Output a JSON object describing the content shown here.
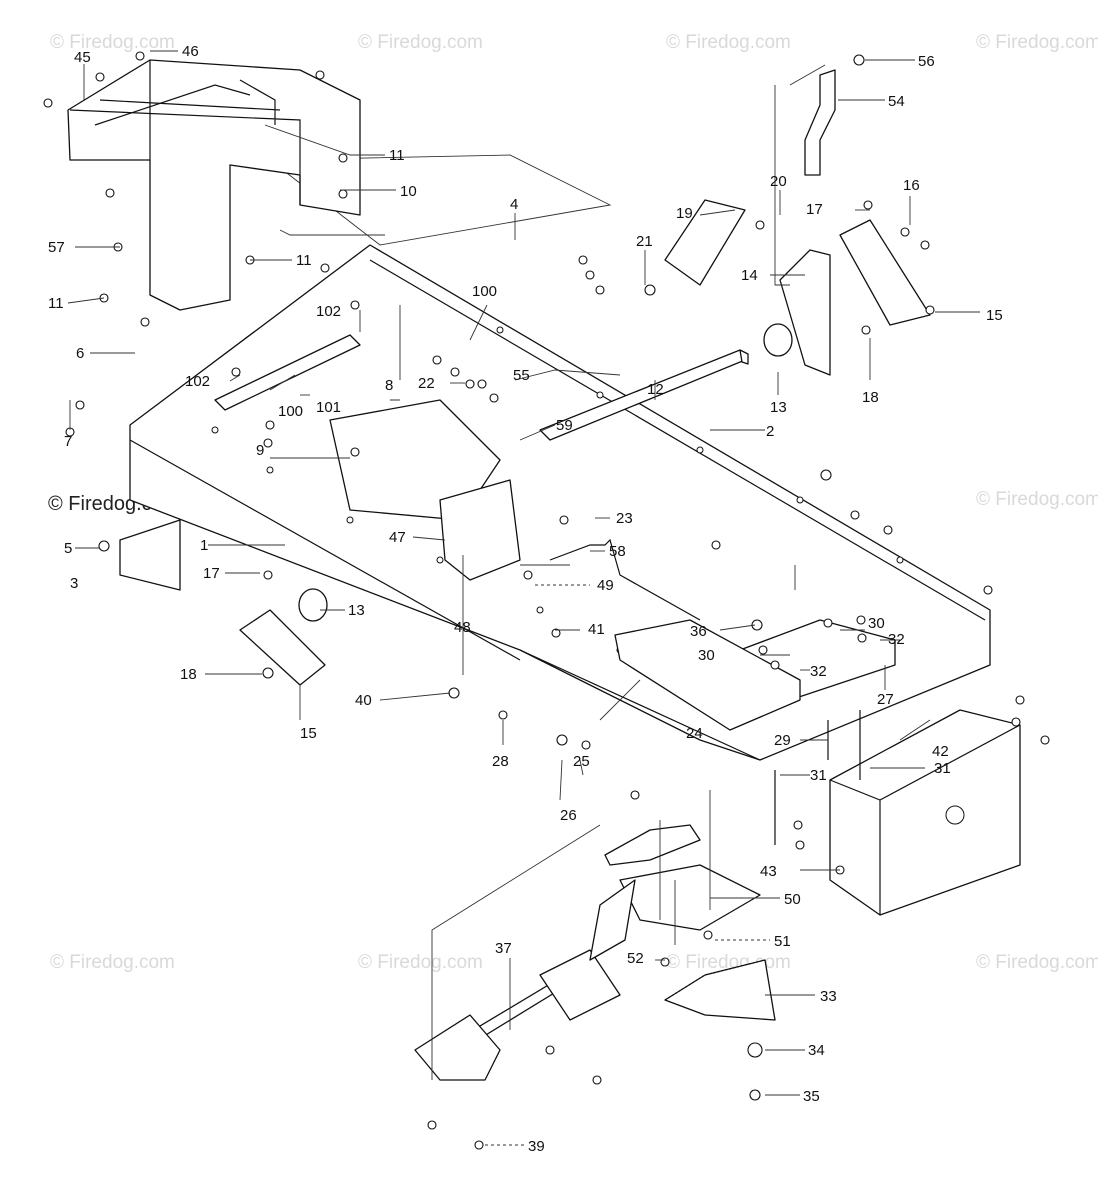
{
  "watermark": {
    "text": "© Firedog.com",
    "dark_text": "© Firedog.com"
  },
  "callouts": {
    "c1": "1",
    "c2": "2",
    "c3": "3",
    "c4": "4",
    "c5": "5",
    "c6": "6",
    "c7": "7",
    "c8": "8",
    "c9": "9",
    "c10": "10",
    "c11a": "11",
    "c11b": "11",
    "c11c": "11",
    "c12": "12",
    "c13a": "13",
    "c13b": "13",
    "c14": "14",
    "c15a": "15",
    "c15b": "15",
    "c16": "16",
    "c17a": "17",
    "c17b": "17",
    "c18a": "18",
    "c18b": "18",
    "c19": "19",
    "c20": "20",
    "c21": "21",
    "c22": "22",
    "c23": "23",
    "c24": "24",
    "c25": "25",
    "c26": "26",
    "c27": "27",
    "c28": "28",
    "c29": "29",
    "c30a": "30",
    "c30b": "30",
    "c31a": "31",
    "c31b": "31",
    "c32a": "32",
    "c32b": "32",
    "c33": "33",
    "c34": "34",
    "c35": "35",
    "c36": "36",
    "c37": "37",
    "c39": "39",
    "c40": "40",
    "c41": "41",
    "c42": "42",
    "c43": "43",
    "c45": "45",
    "c46": "46",
    "c47": "47",
    "c48": "48",
    "c49": "49",
    "c50": "50",
    "c51": "51",
    "c52": "52",
    "c54": "54",
    "c55": "55",
    "c56": "56",
    "c57": "57",
    "c58": "58",
    "c59": "59",
    "c100a": "100",
    "c100b": "100",
    "c101": "101",
    "c102a": "102",
    "c102b": "102"
  }
}
